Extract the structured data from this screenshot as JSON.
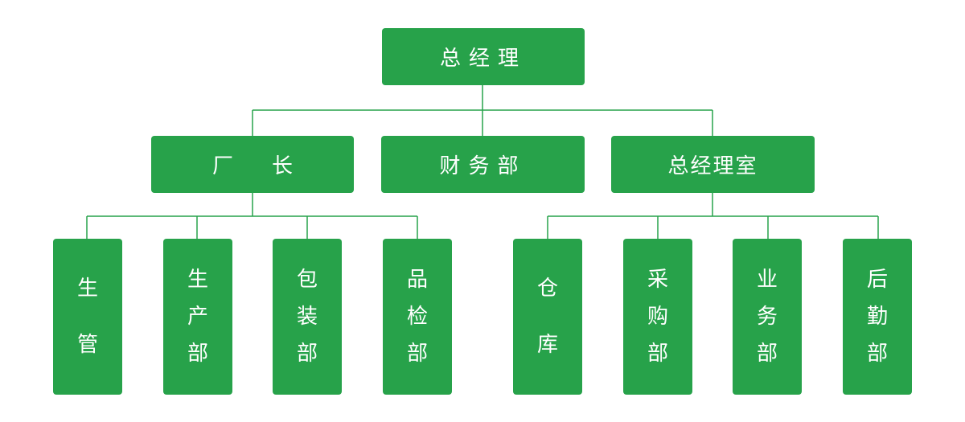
{
  "colors": {
    "box_fill": "#27a24a",
    "line": "#27a24a",
    "text": "#ffffff"
  },
  "root": {
    "label": "总经理"
  },
  "level2": {
    "factory": "厂长",
    "finance": "财务部",
    "office": "总经理室"
  },
  "level3": {
    "production_mgmt": [
      "生",
      "管"
    ],
    "production_dept": [
      "生",
      "产",
      "部"
    ],
    "packaging_dept": [
      "包",
      "装",
      "部"
    ],
    "quality_dept": [
      "品",
      "检",
      "部"
    ],
    "warehouse": [
      "仓",
      "库"
    ],
    "purchasing_dept": [
      "采",
      "购",
      "部"
    ],
    "sales_dept": [
      "业",
      "务",
      "部"
    ],
    "logistics_dept": [
      "后",
      "勤",
      "部"
    ]
  }
}
